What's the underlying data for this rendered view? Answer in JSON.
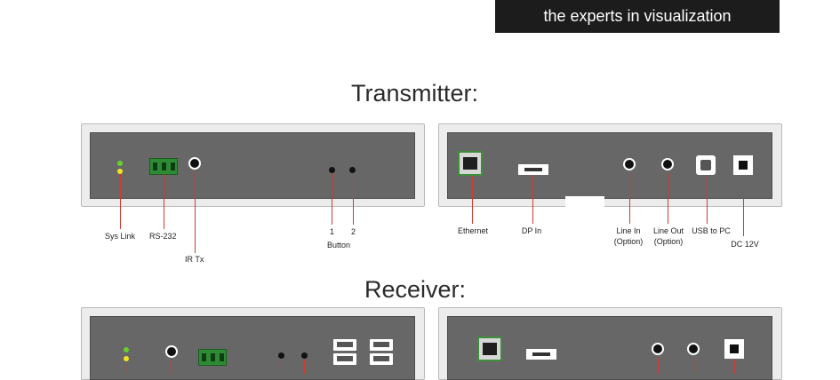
{
  "banner": {
    "text": "the experts in visualization"
  },
  "transmitter": {
    "title": "Transmitter:",
    "front_labels": {
      "sys_link": "Sys Link",
      "rs232": "RS-232",
      "ir_tx": "IR Tx",
      "button_1": "1",
      "button_2": "2",
      "button": "Button"
    },
    "rear_labels": {
      "ethernet": "Ethernet",
      "dp_in": "DP In",
      "line_in": "Line In",
      "line_in_option": "(Option)",
      "line_out": "Line Out",
      "line_out_option": "(Option)",
      "usb_to_pc": "USB to PC",
      "dc_12v": "DC 12V"
    }
  },
  "receiver": {
    "title": "Receiver:"
  },
  "colors": {
    "banner_bg": "#1c1c1c",
    "panel_face": "#676767",
    "leader_line": "#d13a2f",
    "led_green": "#67d02a",
    "led_yellow": "#f0e320",
    "terminal_green": "#2e8a34"
  }
}
